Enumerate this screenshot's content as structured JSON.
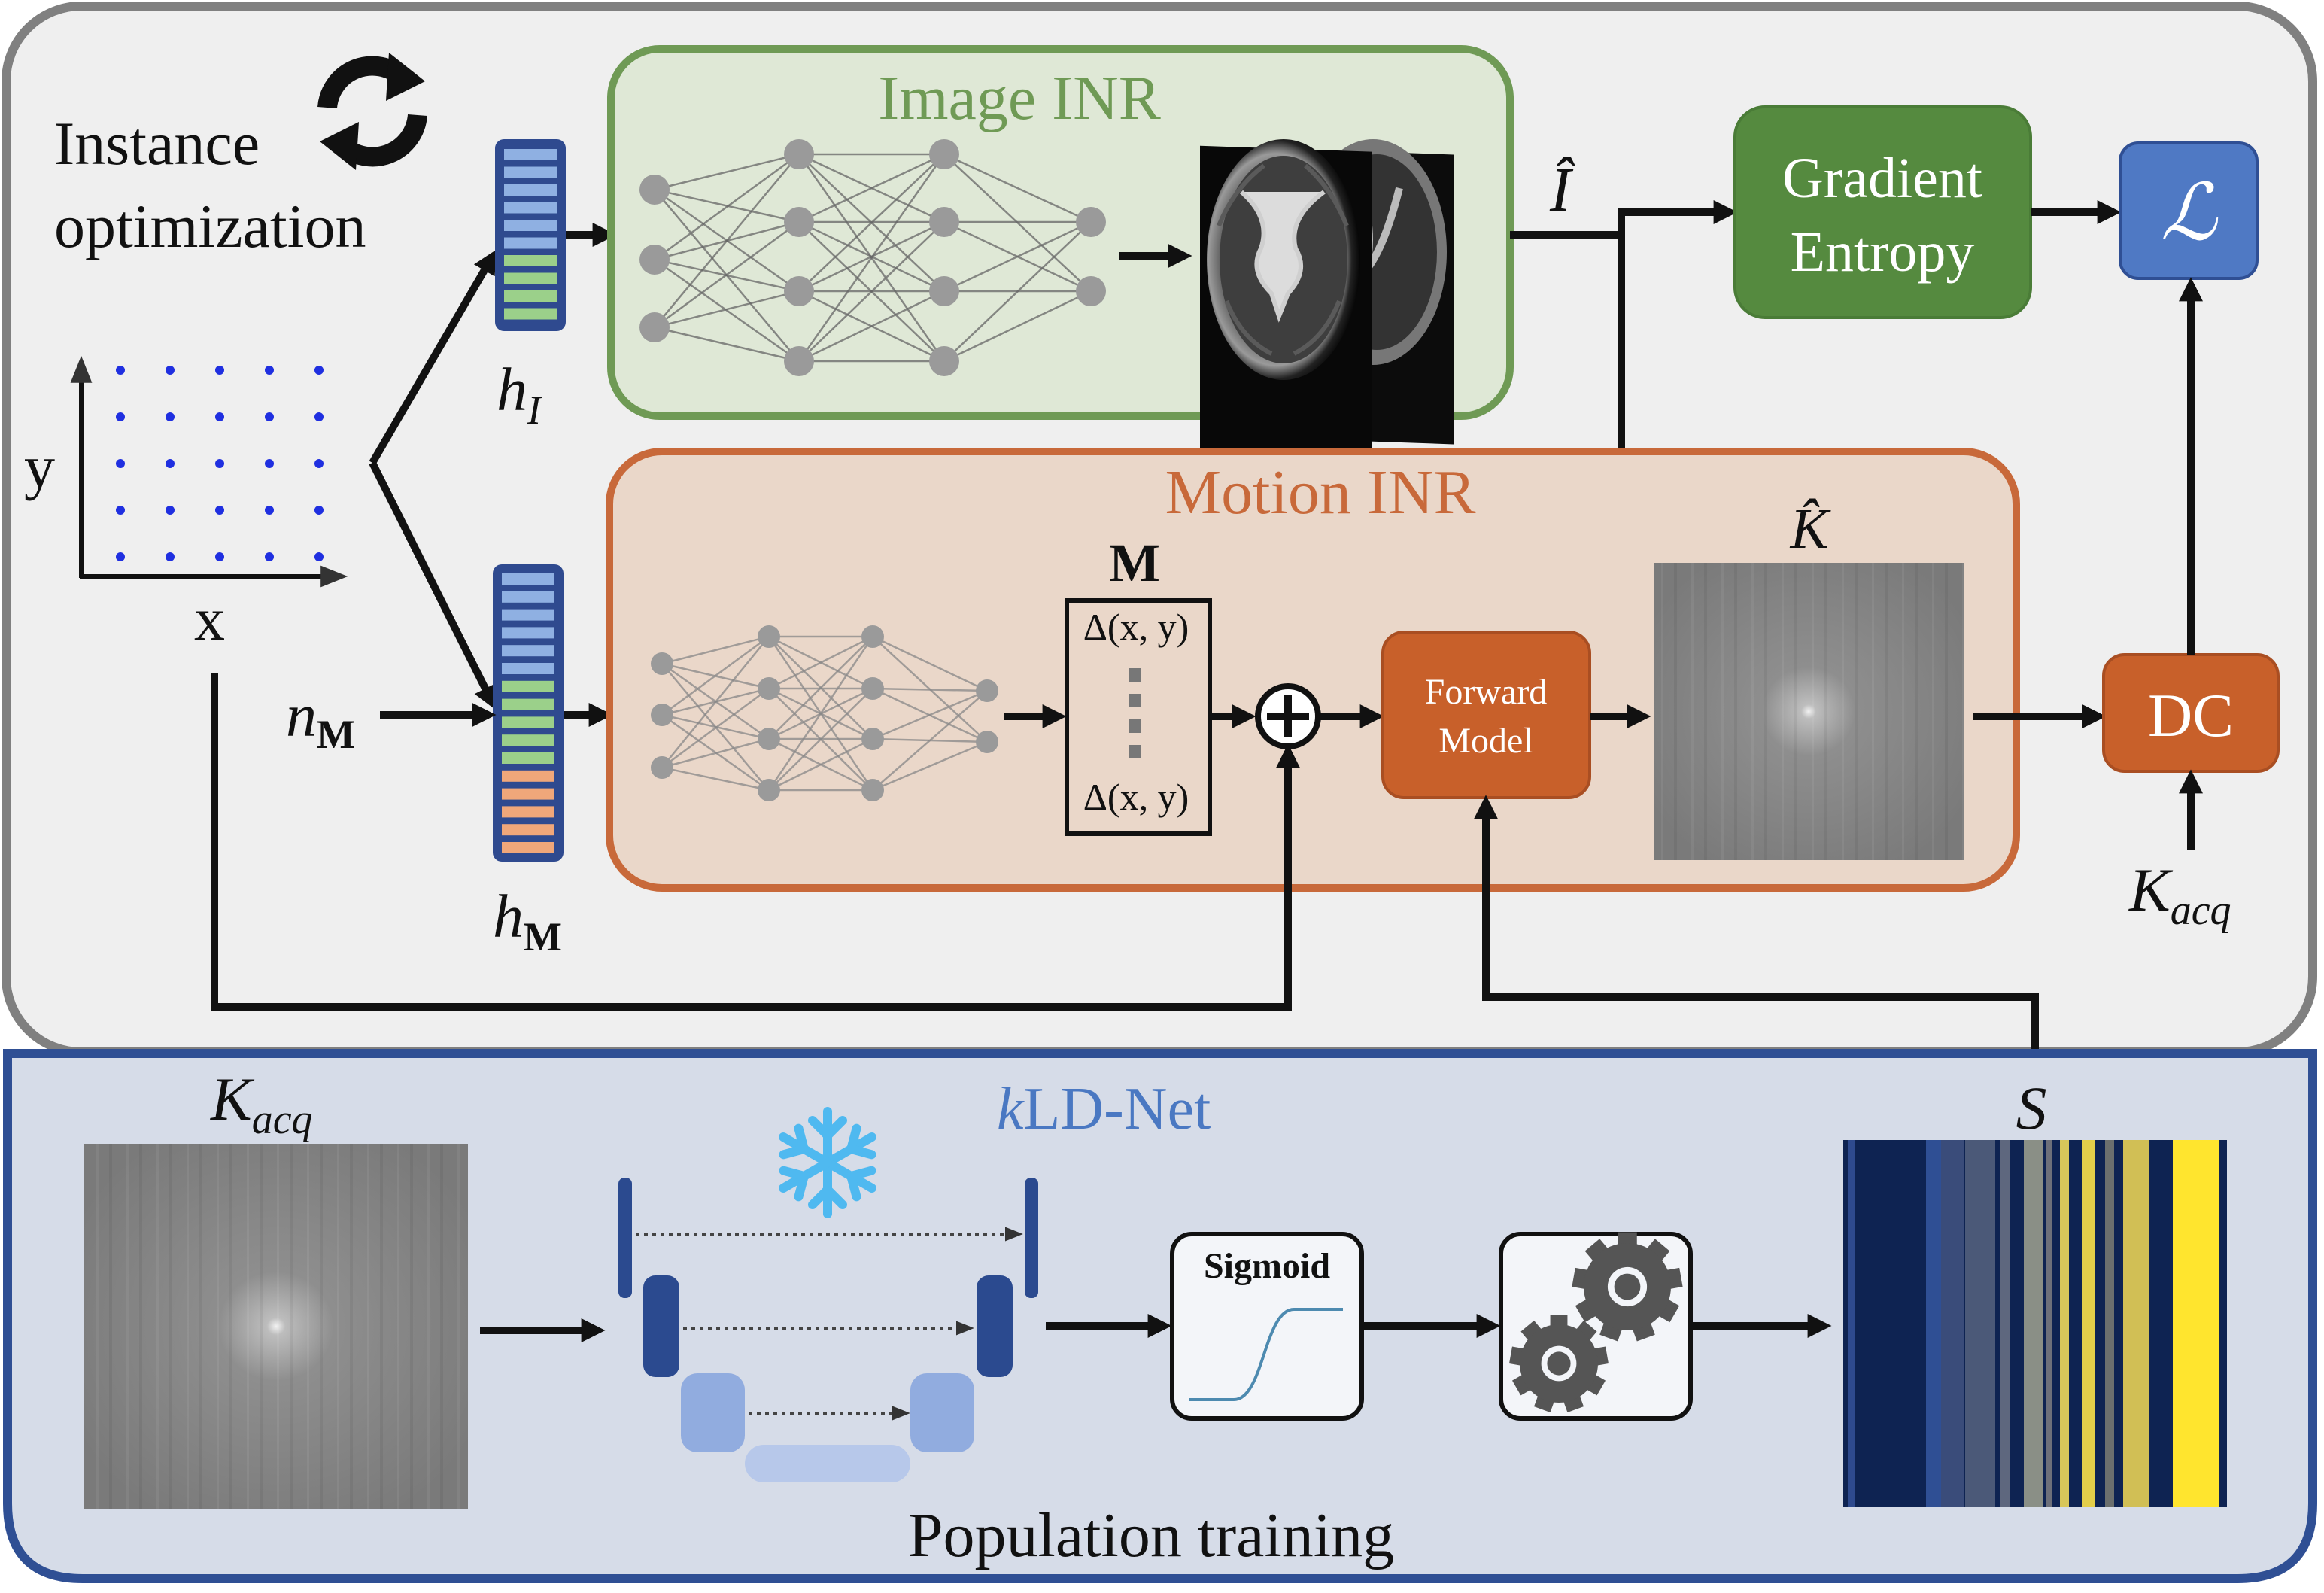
{
  "top_panel": {
    "label_line1": "Instance",
    "label_line2": "optimization",
    "icon": "refresh-icon"
  },
  "coords": {
    "x_label": "x",
    "y_label": "y"
  },
  "latents": {
    "h_image": "h",
    "h_image_sub": "I",
    "h_motion": "h",
    "h_motion_sub": "M",
    "n_motion": "n",
    "n_motion_sub": "M"
  },
  "image_inr": {
    "title": "Image INR",
    "output_label": "Î"
  },
  "motion_inr": {
    "title": "Motion INR",
    "matrix_title": "M",
    "delta_top": "Δ(x, y)",
    "delta_bottom": "Δ(x, y)",
    "plus_icon": "circle-plus-icon"
  },
  "forward_model": {
    "line1": "Forward",
    "line2": "Model"
  },
  "kspace_pred_label": "K̂",
  "gradient_entropy": {
    "line1": "Gradient",
    "line2": "Entropy"
  },
  "loss": {
    "label": "ℒ"
  },
  "dc": {
    "label": "DC"
  },
  "k_acq_right": {
    "main": "K",
    "sub": "acq"
  },
  "bottom_panel": {
    "title_prefix": "k",
    "title_rest": "LD-Net",
    "caption": "Population training",
    "k_acq_main": "K",
    "k_acq_sub": "acq",
    "snowflake_icon": "snowflake-icon",
    "sigmoid_label": "Sigmoid",
    "gears_icon": "gears-icon",
    "s_label": "S"
  },
  "colors": {
    "top_panel_bg": "#efefef",
    "top_panel_border": "#808080",
    "bottom_panel_bg": "#d6dce8",
    "bottom_panel_border": "#2f4f94",
    "image_inr_fill": "#dfe8d6",
    "image_inr_border": "#6f9a55",
    "image_inr_text": "#6f9a55",
    "motion_inr_fill": "#ead7c9",
    "motion_inr_border": "#c8693a",
    "motion_inr_text": "#c8693a",
    "orange_box": "#c8602a",
    "green_box": "#558a3f",
    "blue_box": "#4f79c4",
    "kldnet_text": "#4a78c2",
    "snowflake": "#4fb9f0",
    "dot_blue": "#1f2fe0"
  }
}
